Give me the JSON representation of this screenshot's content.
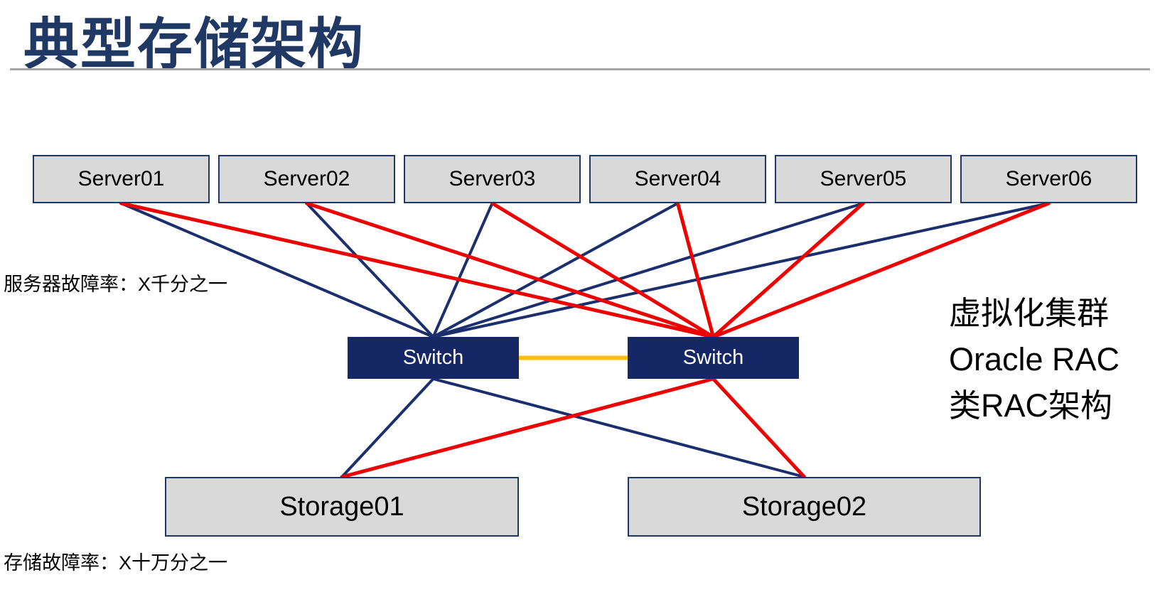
{
  "title": "典型存储架构",
  "annotations": {
    "server_failure_rate": "服务器故障率：X千分之一",
    "storage_failure_rate": "存储故障率：X十万分之一",
    "cluster_note_lines": [
      "虚拟化集群",
      "Oracle RAC",
      "类RAC架构"
    ]
  },
  "nodes": {
    "servers": [
      {
        "id": "server01",
        "label": "Server01"
      },
      {
        "id": "server02",
        "label": "Server02"
      },
      {
        "id": "server03",
        "label": "Server03"
      },
      {
        "id": "server04",
        "label": "Server04"
      },
      {
        "id": "server05",
        "label": "Server05"
      },
      {
        "id": "server06",
        "label": "Server06"
      }
    ],
    "switches": [
      {
        "id": "switch-left",
        "label": "Switch"
      },
      {
        "id": "switch-right",
        "label": "Switch"
      }
    ],
    "storages": [
      {
        "id": "storage01",
        "label": "Storage01"
      },
      {
        "id": "storage02",
        "label": "Storage02"
      }
    ]
  },
  "edges": [
    {
      "from": "server01",
      "to": "switch-left",
      "color": "navy"
    },
    {
      "from": "server02",
      "to": "switch-left",
      "color": "navy"
    },
    {
      "from": "server03",
      "to": "switch-left",
      "color": "navy"
    },
    {
      "from": "server04",
      "to": "switch-left",
      "color": "navy"
    },
    {
      "from": "server05",
      "to": "switch-left",
      "color": "navy"
    },
    {
      "from": "server06",
      "to": "switch-left",
      "color": "navy"
    },
    {
      "from": "switch-left",
      "to": "storage01",
      "color": "navy"
    },
    {
      "from": "switch-left",
      "to": "storage02",
      "color": "navy"
    },
    {
      "from": "server01",
      "to": "switch-right",
      "color": "red"
    },
    {
      "from": "server02",
      "to": "switch-right",
      "color": "red"
    },
    {
      "from": "server03",
      "to": "switch-right",
      "color": "red"
    },
    {
      "from": "server04",
      "to": "switch-right",
      "color": "red"
    },
    {
      "from": "server05",
      "to": "switch-right",
      "color": "red"
    },
    {
      "from": "server06",
      "to": "switch-right",
      "color": "red"
    },
    {
      "from": "switch-right",
      "to": "storage01",
      "color": "red"
    },
    {
      "from": "switch-right",
      "to": "storage02",
      "color": "red"
    },
    {
      "from": "switch-left",
      "to": "switch-right",
      "color": "orange"
    }
  ],
  "colors": {
    "title": "#1F3864",
    "navy": "#1B2F6E",
    "red": "#EE0000",
    "orange": "#FFC000",
    "box_fill": "#D9D9D9",
    "box_border": "#1F3864",
    "switch_fill": "#152765",
    "rule_gray": "#A6A6A6"
  }
}
